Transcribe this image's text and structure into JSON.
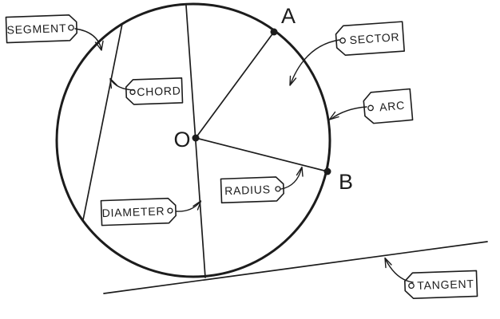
{
  "colors": {
    "ink": "#1c1c1c",
    "background": "#ffffff"
  },
  "points": {
    "center_label": "O",
    "a_label": "A",
    "b_label": "B"
  },
  "tags": {
    "segment": {
      "label": "SEGMENT"
    },
    "chord": {
      "label": "CHORD"
    },
    "sector": {
      "label": "SECTOR"
    },
    "arc": {
      "label": "ARC"
    },
    "radius": {
      "label": "RADIUS"
    },
    "diameter": {
      "label": "DIAMETER"
    },
    "tangent": {
      "label": "TANGENT"
    }
  }
}
